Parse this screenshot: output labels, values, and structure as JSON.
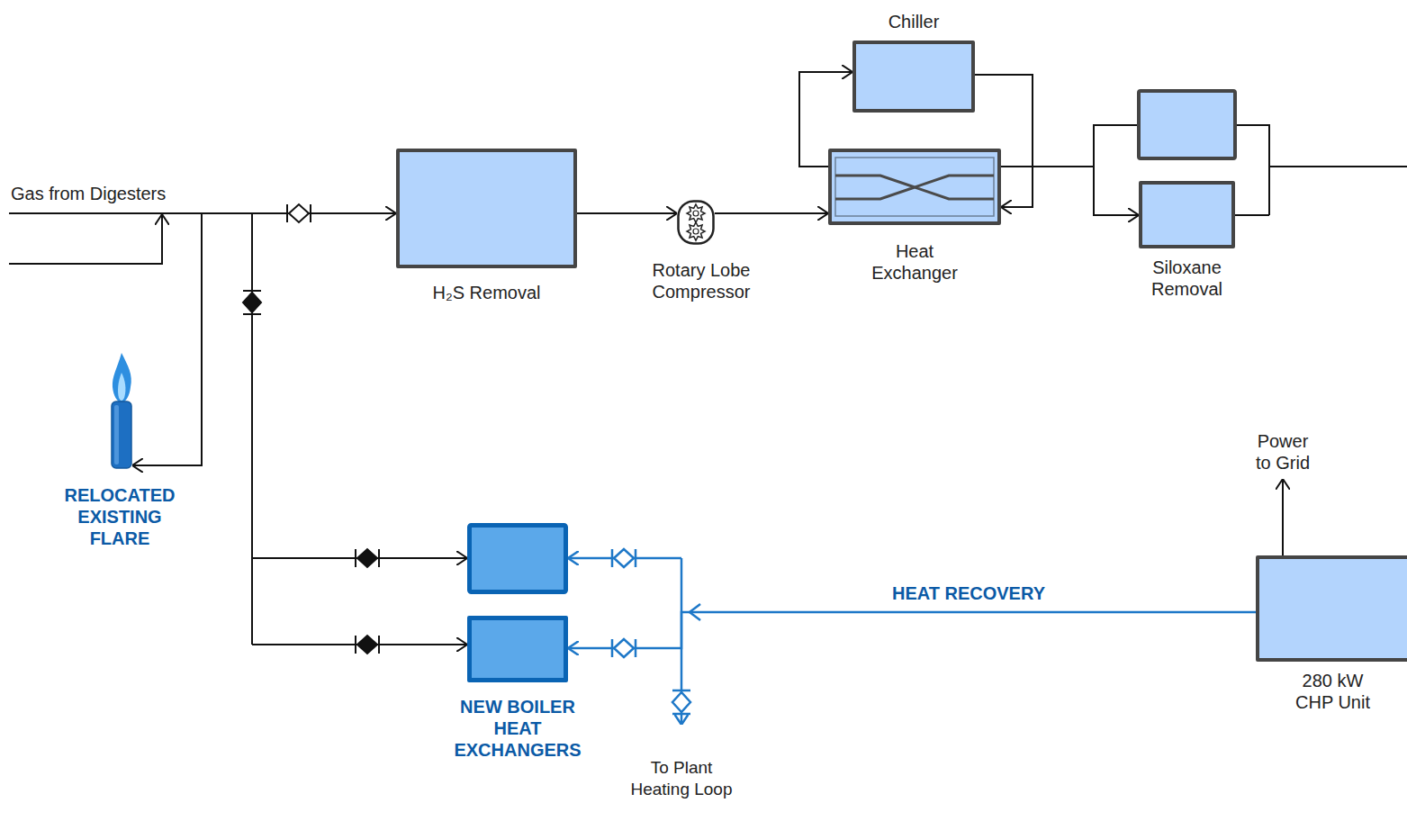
{
  "diagram": {
    "nodes": [
      {
        "text": [
          "Chiller"
        ]
      },
      {
        "text": [
          "H₂S Removal"
        ]
      },
      {
        "text": [
          "Rotary Lobe Compressor"
        ]
      },
      {
        "text": [
          "Heat Exchanger"
        ]
      },
      {
        "text": [
          "Siloxane Removal"
        ]
      },
      {
        "text": [
          "RELOCATED EXISTING FLARE"
        ]
      },
      {
        "text": [
          "NEW BOILER HEAT EXCHANGERS"
        ]
      },
      {
        "text": [
          "280 kW CHP Unit"
        ]
      }
    ],
    "edges": [
      {
        "from": 1,
        "to": 2,
        "arrow": "to"
      },
      {
        "from": 2,
        "to": 3,
        "arrow": "to"
      },
      {
        "from": 3,
        "to": 0,
        "arrow": "to"
      },
      {
        "from": 0,
        "to": 3,
        "arrow": "to"
      },
      {
        "from": 3,
        "to": 4,
        "arrow": "to"
      },
      {
        "from": 7,
        "to": 6,
        "label": "HEAT RECOVERY",
        "arrow": "to"
      }
    ],
    "labels": [
      "Gas from Digesters",
      "Power to Grid",
      "To Plant Heating Loop"
    ]
  }
}
